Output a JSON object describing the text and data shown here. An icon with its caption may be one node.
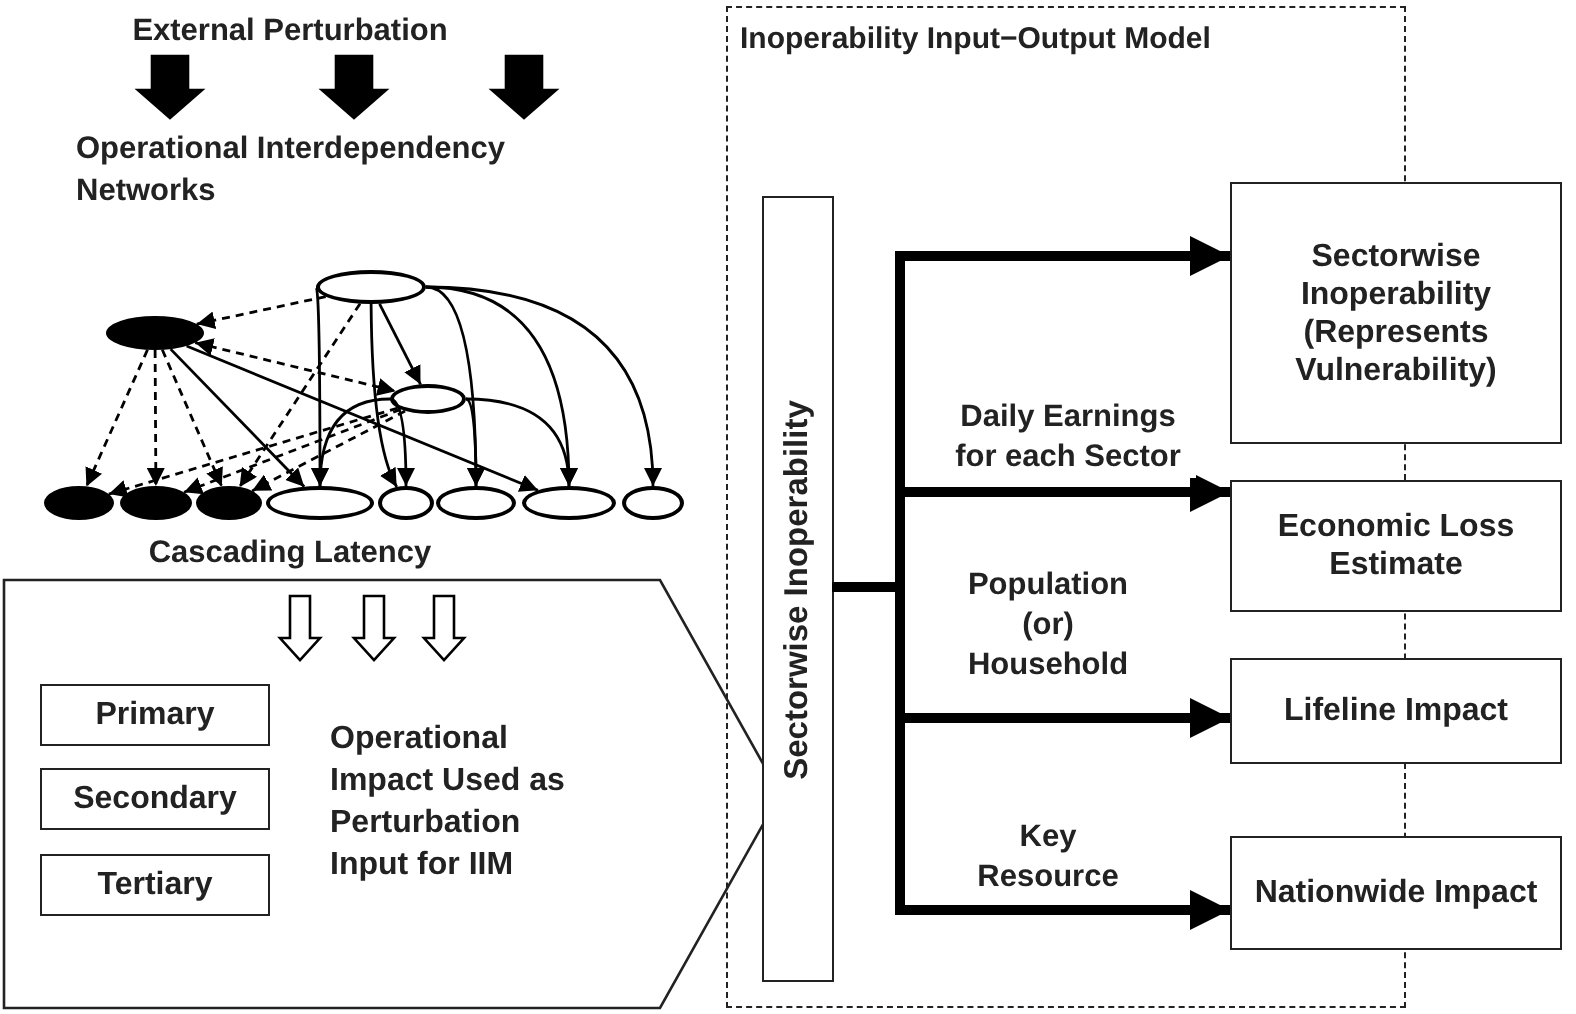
{
  "diagram": {
    "nodes": [
      {
        "text": [
          "External Perturbation"
        ]
      },
      {
        "text": [
          "Operational Interdependency Networks"
        ]
      },
      {
        "text": [],
        "shape": "circle"
      },
      {
        "text": [],
        "shape": "circle"
      },
      {
        "text": [],
        "shape": "circle"
      },
      {
        "text": [],
        "shape": "circle"
      },
      {
        "text": [],
        "shape": "circle"
      },
      {
        "text": [],
        "shape": "circle"
      },
      {
        "text": [],
        "shape": "circle"
      },
      {
        "text": [],
        "shape": "circle"
      },
      {
        "text": [],
        "shape": "circle"
      },
      {
        "text": [],
        "shape": "circle"
      },
      {
        "text": [],
        "shape": "circle"
      },
      {
        "text": [
          "Cascading Latency"
        ]
      },
      {
        "text": [
          "Operational Impact Used as Perturbation Input for IIM"
        ]
      },
      {
        "text": [
          "Primary"
        ],
        "in": 14
      },
      {
        "text": [
          "Secondary"
        ],
        "in": 14
      },
      {
        "text": [
          "Tertiary"
        ],
        "in": 14
      },
      {
        "text": [
          "Inoperability Input−Output Model"
        ]
      },
      {
        "text": [
          "Sectorwise Inoperability"
        ],
        "in": 18
      },
      {
        "text": [
          "Sectorwise Inoperability (Represents Vulnerability)"
        ]
      },
      {
        "text": [
          "Economic Loss Estimate"
        ]
      },
      {
        "text": [
          "Lifeline Impact"
        ]
      },
      {
        "text": [
          "Nationwide Impact"
        ]
      }
    ],
    "edges": [
      {
        "from": 0,
        "to": 1,
        "arrow": "to",
        "style": "thick"
      },
      {
        "from": 0,
        "to": 1,
        "arrow": "to",
        "style": "thick"
      },
      {
        "from": 0,
        "to": 1,
        "arrow": "to",
        "style": "thick"
      },
      {
        "from": 2,
        "to": 3,
        "arrow": "to",
        "style": "dashed"
      },
      {
        "from": 3,
        "to": 4,
        "arrow": "both",
        "style": "dashed"
      },
      {
        "from": 2,
        "to": 4,
        "arrow": "to"
      },
      {
        "from": 2,
        "to": 8,
        "arrow": "to"
      },
      {
        "from": 2,
        "to": 9,
        "arrow": "to"
      },
      {
        "from": 2,
        "to": 10,
        "arrow": "to"
      },
      {
        "from": 2,
        "to": 11,
        "arrow": "to"
      },
      {
        "from": 2,
        "to": 12,
        "arrow": "to"
      },
      {
        "from": 3,
        "to": 5,
        "arrow": "to",
        "style": "dashed"
      },
      {
        "from": 3,
        "to": 6,
        "arrow": "to",
        "style": "dashed"
      },
      {
        "from": 3,
        "to": 7,
        "arrow": "to",
        "style": "dashed"
      },
      {
        "from": 3,
        "to": 8,
        "arrow": "to"
      },
      {
        "from": 3,
        "to": 11,
        "arrow": "to"
      },
      {
        "from": 4,
        "to": 8,
        "arrow": "to"
      },
      {
        "from": 4,
        "to": 9,
        "arrow": "to"
      },
      {
        "from": 4,
        "to": 10,
        "arrow": "to"
      },
      {
        "from": 4,
        "to": 11,
        "arrow": "to"
      },
      {
        "from": 4,
        "to": 5,
        "arrow": "to",
        "style": "dashed"
      },
      {
        "from": 4,
        "to": 6,
        "arrow": "to",
        "style": "dashed"
      },
      {
        "from": 4,
        "to": 7,
        "arrow": "to",
        "style": "dashed"
      },
      {
        "from": 2,
        "to": 7,
        "arrow": "to",
        "style": "dashed"
      },
      {
        "from": 13,
        "to": 14,
        "arrow": "to",
        "style": "thick",
        "color": "#ffffff"
      },
      {
        "from": 13,
        "to": 14,
        "arrow": "to",
        "style": "thick",
        "color": "#ffffff"
      },
      {
        "from": 13,
        "to": 14,
        "arrow": "to",
        "style": "thick",
        "color": "#ffffff"
      },
      {
        "from": 19,
        "to": 20,
        "arrow": "to",
        "style": "thick"
      },
      {
        "from": 19,
        "to": 21,
        "arrow": "to",
        "style": "thick",
        "label": "Daily Earnings for each Sector"
      },
      {
        "from": 19,
        "to": 22,
        "arrow": "to",
        "style": "thick",
        "label": "Population (or) Household"
      },
      {
        "from": 19,
        "to": 23,
        "arrow": "to",
        "style": "thick",
        "label": "Key Resource"
      }
    ]
  }
}
